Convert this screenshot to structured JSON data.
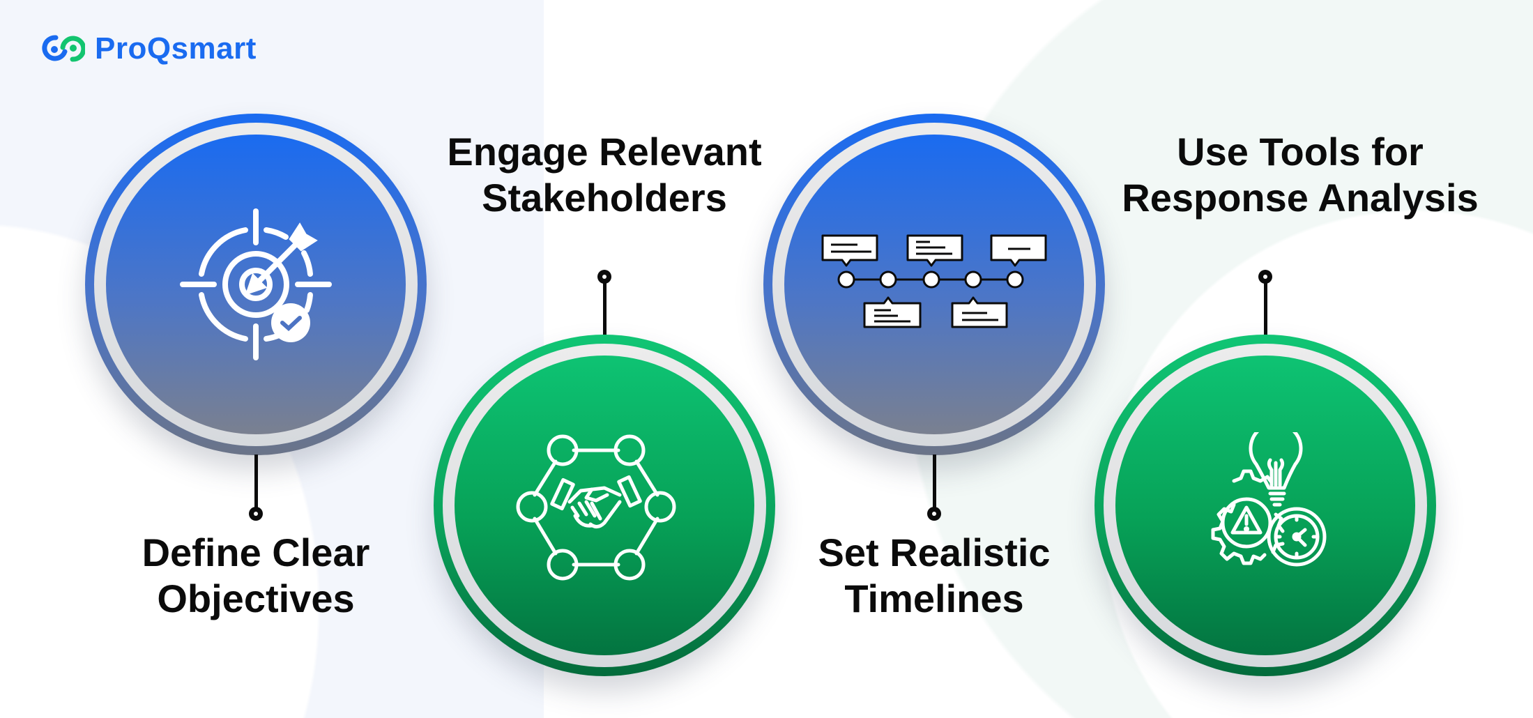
{
  "brand": {
    "name": "ProQsmart",
    "primary_color": "#1a6bf0",
    "secondary_color": "#12c46f",
    "logo_icon": "linked-rings-logo-icon"
  },
  "steps": [
    {
      "title_line1": "Define Clear",
      "title_line2": "Objectives",
      "icon": "target-arrow-check-icon",
      "theme": "blue"
    },
    {
      "title_line1": "Engage Relevant",
      "title_line2": "Stakeholders",
      "icon": "handshake-network-icon",
      "theme": "green"
    },
    {
      "title_line1": "Set Realistic",
      "title_line2": "Timelines",
      "icon": "timeline-speech-bubbles-icon",
      "theme": "blue"
    },
    {
      "title_line1": "Use Tools for",
      "title_line2": "Response Analysis",
      "icon": "gear-bulb-clock-icon",
      "theme": "green"
    }
  ],
  "colors": {
    "blue_top": "#1a6bf0",
    "blue_bottom": "#7a8090",
    "green_top": "#0ec373",
    "green_bottom": "#037440",
    "text": "#0b0b0b"
  }
}
